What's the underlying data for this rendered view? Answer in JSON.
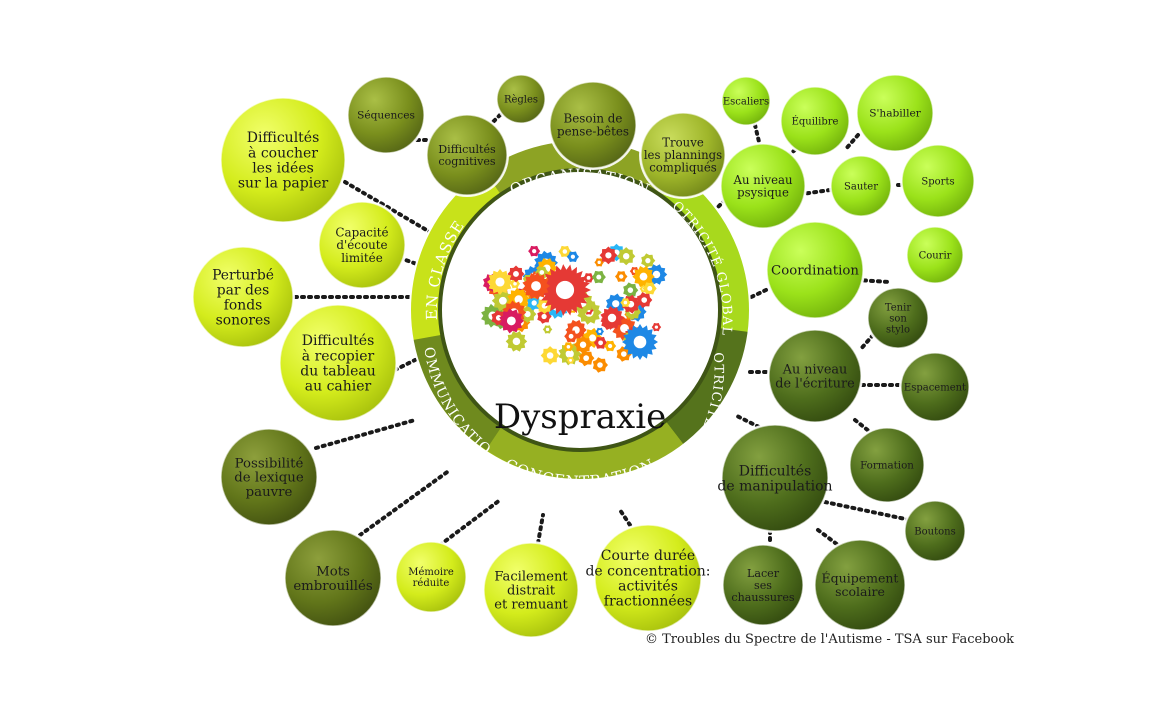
{
  "title": "Dyspraxie",
  "credit": "© Troubles du Spectre de l'Autisme - TSA sur Facebook",
  "colors": {
    "lime": "#d4ec1c",
    "lime_dark": "#b7cf10",
    "olive_light": "#9fb62a",
    "olive": "#7a8f1d",
    "olive_dark": "#58701a",
    "green_dark": "#4b6a1b",
    "ring_text": "#ffffff",
    "dots": "#1a1a1a"
  },
  "segments": [
    {
      "id": "en-classe",
      "label": "EN CLASSE"
    },
    {
      "id": "organisation",
      "label": "ORGANISATION"
    },
    {
      "id": "motricite-globale",
      "label": "MOTRICITÉ GLOBALE"
    },
    {
      "id": "motricite-fine",
      "label": "MOTRICITÉ FINE"
    },
    {
      "id": "concentration",
      "label": "CONCENTRATION"
    },
    {
      "id": "communication",
      "label": "COMMUNICATION"
    }
  ],
  "bubbles": [
    {
      "id": "sequences",
      "lines": [
        "Séquences"
      ]
    },
    {
      "id": "regles",
      "lines": [
        "Règles"
      ]
    },
    {
      "id": "difficultes-cognitives",
      "lines": [
        "Difficultés",
        "cognitives"
      ]
    },
    {
      "id": "besoin-pense-betes",
      "lines": [
        "Besoin de",
        "pense-bêtes"
      ]
    },
    {
      "id": "trouve-plannings",
      "lines": [
        "Trouve",
        "les plannings",
        "compliqués"
      ]
    },
    {
      "id": "difficultes-coucher",
      "lines": [
        "Difficultés",
        "à coucher",
        "les idées",
        "sur la papier"
      ]
    },
    {
      "id": "capacite-ecoute",
      "lines": [
        "Capacité",
        "d'écoute",
        "limitée"
      ]
    },
    {
      "id": "perturbe",
      "lines": [
        "Perturbé",
        "par des",
        "fonds",
        "sonores"
      ]
    },
    {
      "id": "difficultes-recopier",
      "lines": [
        "Difficultés",
        "à recopier",
        "du tableau",
        "au cahier"
      ]
    },
    {
      "id": "escaliers",
      "lines": [
        "Escaliers"
      ]
    },
    {
      "id": "equilibre",
      "lines": [
        "Équilibre"
      ]
    },
    {
      "id": "shabiller",
      "lines": [
        "S'habiller"
      ]
    },
    {
      "id": "au-niveau-physique",
      "lines": [
        "Au niveau",
        "psysique"
      ]
    },
    {
      "id": "sauter",
      "lines": [
        "Sauter"
      ]
    },
    {
      "id": "sports",
      "lines": [
        "Sports"
      ]
    },
    {
      "id": "coordination",
      "lines": [
        "Coordination"
      ]
    },
    {
      "id": "courir",
      "lines": [
        "Courir"
      ]
    },
    {
      "id": "tenir-stylo",
      "lines": [
        "Tenir",
        "son",
        "stylo"
      ]
    },
    {
      "id": "niveau-ecriture",
      "lines": [
        "Au niveau",
        "de l'écriture"
      ]
    },
    {
      "id": "espacement",
      "lines": [
        "Espacement"
      ]
    },
    {
      "id": "formation",
      "lines": [
        "Formation"
      ]
    },
    {
      "id": "difficultes-manipulation",
      "lines": [
        "Difficultés",
        "de manipulation"
      ]
    },
    {
      "id": "boutons",
      "lines": [
        "Boutons"
      ]
    },
    {
      "id": "lacer",
      "lines": [
        "Lacer",
        "ses",
        "chaussures"
      ]
    },
    {
      "id": "equipement",
      "lines": [
        "Équipement",
        "scolaire"
      ]
    },
    {
      "id": "possibilite-lexique",
      "lines": [
        "Possibilité",
        "de lexique",
        "pauvre"
      ]
    },
    {
      "id": "mots-embrouilles",
      "lines": [
        "Mots",
        "embrouillés"
      ]
    },
    {
      "id": "memoire-reduite",
      "lines": [
        "Mémoire",
        "réduite"
      ]
    },
    {
      "id": "facilement-distrait",
      "lines": [
        "Facilement",
        "distrait",
        "et remuant"
      ]
    },
    {
      "id": "courte-duree",
      "lines": [
        "Courte durée",
        "de concentration:",
        "activités",
        "fractionnées"
      ]
    }
  ]
}
